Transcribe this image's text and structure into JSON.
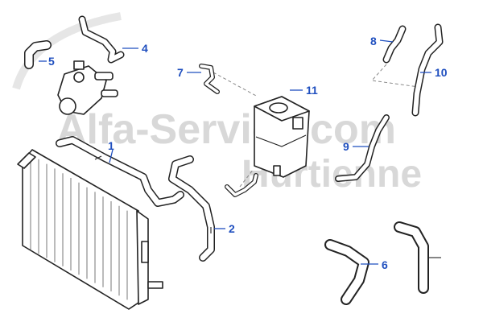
{
  "watermark": {
    "line1": "Alfa-Service.com",
    "line2": "Hurtienne"
  },
  "callouts": {
    "c1": "1",
    "c2": "2",
    "c4": "4",
    "c5": "5",
    "c6": "6",
    "c7": "7",
    "c8": "8",
    "c9": "9",
    "c10": "10",
    "c11": "11"
  },
  "colors": {
    "callout": "#1f4fbf",
    "line": "#222222",
    "watermark": "#d8d8d8"
  }
}
